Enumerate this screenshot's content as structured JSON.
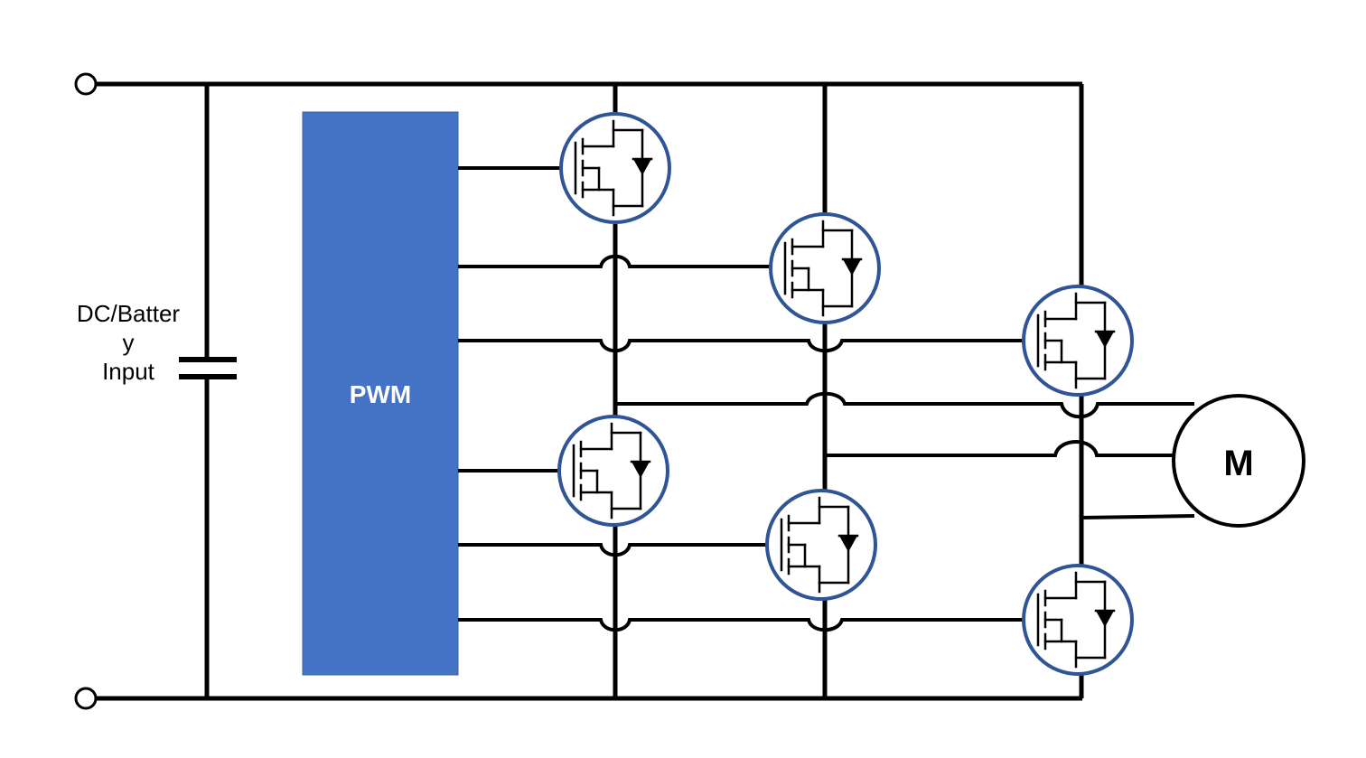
{
  "source": {
    "label_lines": [
      "DC/Batter",
      "y",
      "Input"
    ]
  },
  "controller": {
    "label": "PWM",
    "fill_color": "#4472C4"
  },
  "motor": {
    "label": "M"
  },
  "transistor": {
    "ring_color": "#2F5597",
    "count": 6
  }
}
